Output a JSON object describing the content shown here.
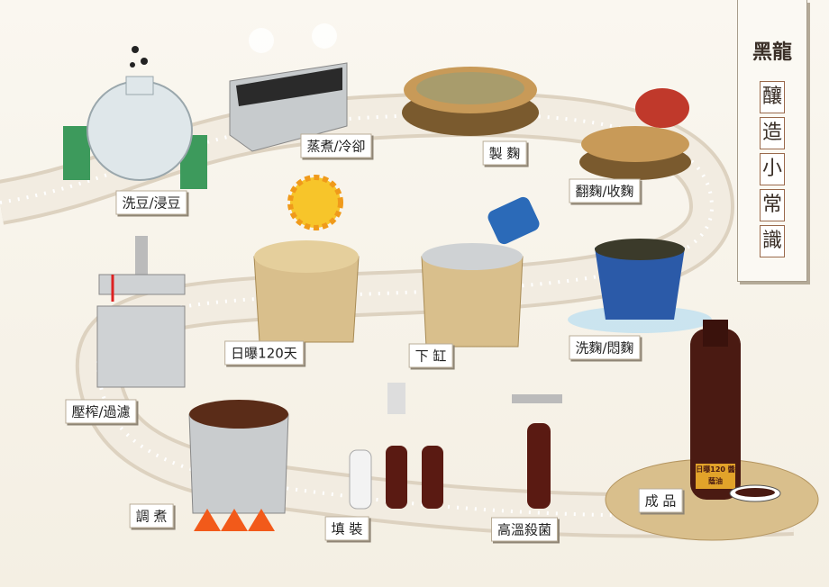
{
  "banner": {
    "brand": "黑龍",
    "title_chars": [
      "釀",
      "造",
      "小",
      "常",
      "識"
    ]
  },
  "steps": [
    {
      "label": "洗豆/浸豆"
    },
    {
      "label": "蒸煮/冷卻"
    },
    {
      "label": "製 麴"
    },
    {
      "label": "翻麴/收麴"
    },
    {
      "label": "洗麴/悶麴"
    },
    {
      "label": "下 缸"
    },
    {
      "label": "日曝120天"
    },
    {
      "label": "壓榨/過濾"
    },
    {
      "label": "調 煮"
    },
    {
      "label": "填 裝"
    },
    {
      "label": "高溫殺菌"
    },
    {
      "label": "成 品"
    }
  ],
  "bottle_logo_text": "日曝120 醬蔭油",
  "colors": {
    "path": "#ece4d6",
    "soy": "#4a1a12",
    "wood": "#d9bf8c",
    "steel": "#c9ccce"
  }
}
